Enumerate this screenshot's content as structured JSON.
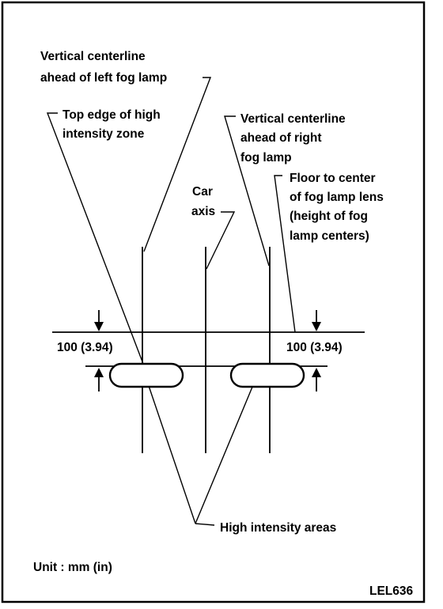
{
  "labels": {
    "left_centerline": [
      "Vertical centerline",
      "ahead of left fog lamp"
    ],
    "top_edge": [
      "Top edge of high",
      "intensity zone"
    ],
    "right_centerline": [
      "Vertical centerline",
      "ahead of right",
      "fog lamp"
    ],
    "car_axis": [
      "Car",
      "axis"
    ],
    "floor_to_center": [
      "Floor to center",
      "of fog lamp lens",
      "(height of fog",
      "lamp centers)"
    ],
    "dim_left": "100 (3.94)",
    "dim_right": "100 (3.94)",
    "high_intensity": "High intensity areas",
    "unit": "Unit :  mm  (in)",
    "code": "LEL636"
  }
}
